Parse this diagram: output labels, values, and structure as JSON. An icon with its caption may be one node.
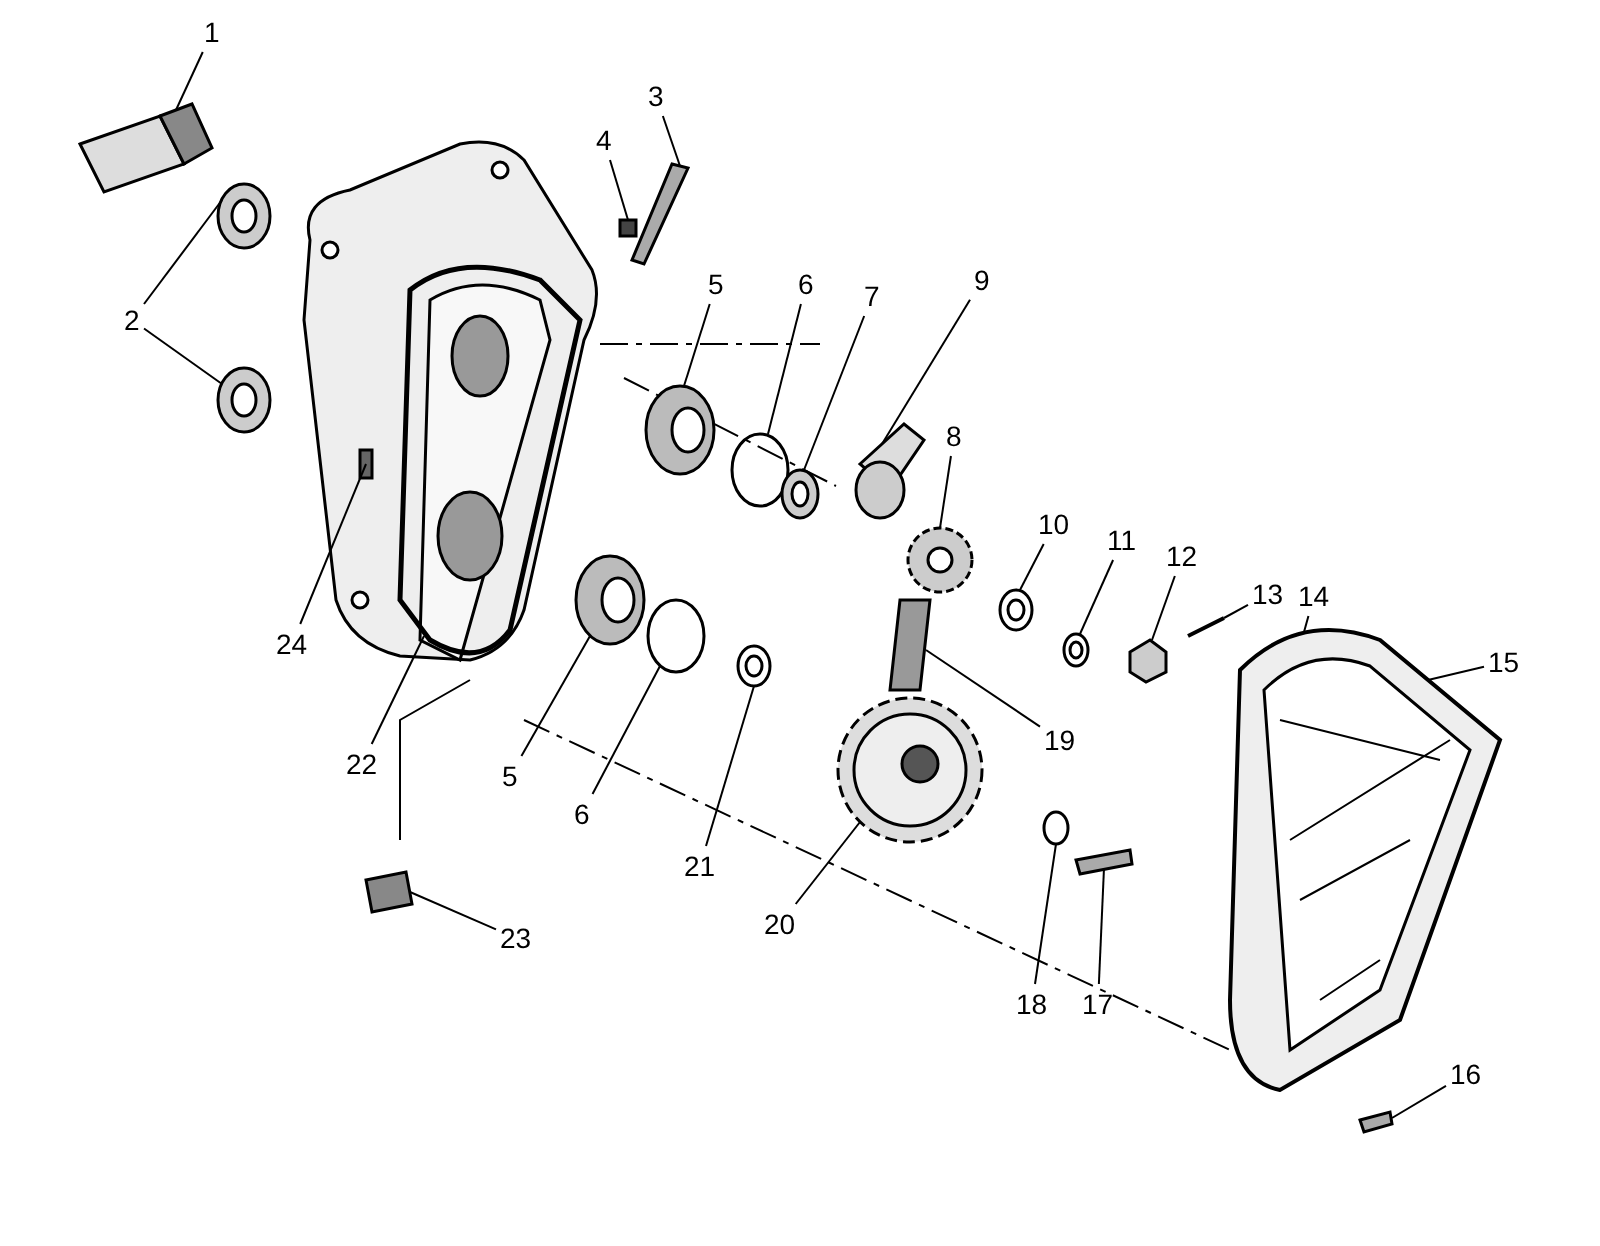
{
  "diagram": {
    "nodes": [
      {
        "text": [
          "1"
        ]
      },
      {
        "text": [
          "3"
        ]
      },
      {
        "text": [
          "4"
        ]
      },
      {
        "text": [
          "2"
        ]
      },
      {
        "text": [
          "5"
        ]
      },
      {
        "text": [
          "6"
        ]
      },
      {
        "text": [
          "7"
        ]
      },
      {
        "text": [
          "9"
        ]
      },
      {
        "text": [
          "8"
        ]
      },
      {
        "text": [
          "10"
        ]
      },
      {
        "text": [
          "11"
        ]
      },
      {
        "text": [
          "12"
        ]
      },
      {
        "text": [
          "13"
        ]
      },
      {
        "text": [
          "14"
        ]
      },
      {
        "text": [
          "15"
        ]
      },
      {
        "text": [
          "24"
        ]
      },
      {
        "text": [
          "22"
        ]
      },
      {
        "text": [
          "5"
        ]
      },
      {
        "text": [
          "6"
        ]
      },
      {
        "text": [
          "19"
        ]
      },
      {
        "text": [
          "21"
        ]
      },
      {
        "text": [
          "20"
        ]
      },
      {
        "text": [
          "23"
        ]
      },
      {
        "text": [
          "18"
        ]
      },
      {
        "text": [
          "17"
        ]
      },
      {
        "text": [
          "16"
        ]
      },
      {
        "text": [],
        "shape": "picture"
      },
      {
        "text": [],
        "shape": "picture"
      },
      {
        "text": [],
        "shape": "box"
      },
      {
        "text": [],
        "shape": "picture"
      },
      {
        "text": [],
        "shape": "picture"
      },
      {
        "text": [],
        "shape": "picture"
      },
      {
        "text": [],
        "shape": "circle"
      },
      {
        "text": [],
        "shape": "picture"
      },
      {
        "text": [],
        "shape": "picture"
      },
      {
        "text": [],
        "shape": "picture"
      },
      {
        "text": [],
        "shape": "picture"
      },
      {
        "text": [],
        "shape": "picture"
      },
      {
        "text": [],
        "shape": "hexagon"
      },
      {
        "text": [],
        "shape": "picture"
      },
      {
        "text": [],
        "shape": "picture"
      },
      {
        "text": [],
        "shape": "bar"
      },
      {
        "text": [],
        "shape": "picture"
      },
      {
        "text": [],
        "shape": "picture"
      },
      {
        "text": [],
        "shape": "circle"
      },
      {
        "text": [],
        "shape": "bar"
      },
      {
        "text": [],
        "shape": "picture"
      },
      {
        "text": [],
        "shape": "picture"
      },
      {
        "text": [],
        "shape": "picture"
      },
      {
        "text": [],
        "shape": "circle"
      },
      {
        "text": [],
        "shape": "bar"
      },
      {
        "text": [],
        "shape": "picture"
      }
    ],
    "edges": [
      {
        "from": 0,
        "to": 26,
        "arrow": "none"
      },
      {
        "from": 1,
        "to": 27,
        "arrow": "none"
      },
      {
        "from": 2,
        "to": 28,
        "arrow": "none"
      },
      {
        "from": 3,
        "to": 29,
        "arrow": "none"
      },
      {
        "from": 3,
        "to": 30,
        "arrow": "none"
      },
      {
        "from": 4,
        "to": 31,
        "arrow": "none"
      },
      {
        "from": 5,
        "to": 32,
        "arrow": "none"
      },
      {
        "from": 6,
        "to": 33,
        "arrow": "none"
      },
      {
        "from": 7,
        "to": 34,
        "arrow": "none"
      },
      {
        "from": 8,
        "to": 35,
        "arrow": "none"
      },
      {
        "from": 9,
        "to": 36,
        "arrow": "none"
      },
      {
        "from": 10,
        "to": 37,
        "arrow": "none"
      },
      {
        "from": 11,
        "to": 38,
        "arrow": "none"
      },
      {
        "from": 12,
        "to": 39,
        "arrow": "none"
      },
      {
        "from": 13,
        "to": 40,
        "arrow": "none"
      },
      {
        "from": 14,
        "to": 40,
        "arrow": "none"
      },
      {
        "from": 15,
        "to": 41,
        "arrow": "none"
      },
      {
        "from": 16,
        "to": 42,
        "arrow": "none"
      },
      {
        "from": 17,
        "to": 43,
        "arrow": "none"
      },
      {
        "from": 18,
        "to": 44,
        "arrow": "none"
      },
      {
        "from": 19,
        "to": 45,
        "arrow": "none"
      },
      {
        "from": 20,
        "to": 46,
        "arrow": "none"
      },
      {
        "from": 21,
        "to": 47,
        "arrow": "none"
      },
      {
        "from": 22,
        "to": 48,
        "arrow": "none"
      },
      {
        "from": 23,
        "to": 49,
        "arrow": "none"
      },
      {
        "from": 24,
        "to": 50,
        "arrow": "none"
      },
      {
        "from": 25,
        "to": 51,
        "arrow": "none"
      }
    ]
  }
}
